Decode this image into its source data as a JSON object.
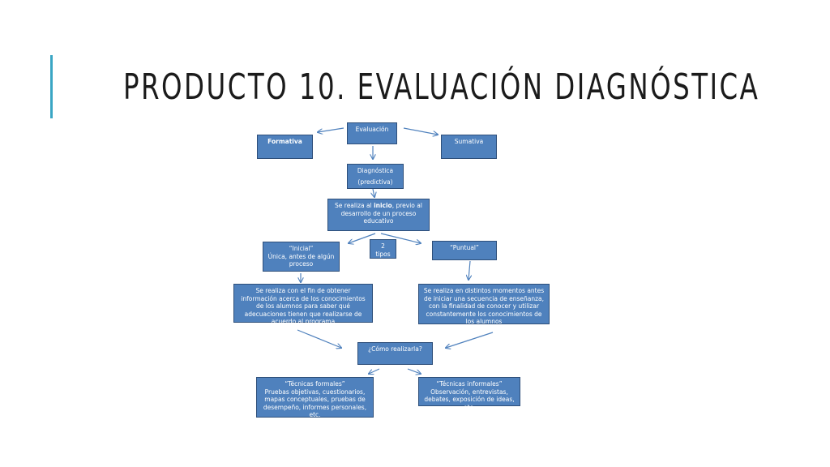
{
  "slide": {
    "title": "PRODUCTO 10. EVALUACIÓN DIAGNÓSTICA"
  },
  "diagram": {
    "evaluacion": "Evaluación",
    "formativa": "Formativa",
    "sumativa": "Sumativa",
    "diagnostica_line1": "Diagnóstica",
    "diagnostica_line2": "(predictiva)",
    "inicio_pre": "Se realiza al ",
    "inicio_bold": "inicio",
    "inicio_post": ", previo al desarrollo de un proceso educativo",
    "tipos_count": "2",
    "tipos_label": "tipos",
    "inicial_line1": "“Inicial”",
    "inicial_line2": "Única, antes de algún proceso",
    "puntual": "“Puntual”",
    "inicial_desc": "Se realiza con el fin de obtener información acerca de los conocimientos de los alumnos para saber qué adecuaciones tienen que realizarse  de acuerdo al programa",
    "puntual_desc": "Se realiza en distintos momentos antes de iniciar una secuencia de enseñanza, con la finalidad de conocer y utilizar constantemente los conocimientos de los alumnos",
    "como": "¿Cómo realizarla?",
    "formales_title": "“Técnicas formales”",
    "formales_desc": "Pruebas objetivas, cuestionarios, mapas conceptuales, pruebas de desempeño, informes personales, etc.",
    "informales_title": "“Técnicas informales”",
    "informales_desc": "Observación, entrevistas, debates, exposición de ideas, etc."
  },
  "colors": {
    "box_fill": "#4f81bd",
    "box_border": "#2e4f7a",
    "accent": "#3aa6c4",
    "title": "#1b1b1b"
  }
}
